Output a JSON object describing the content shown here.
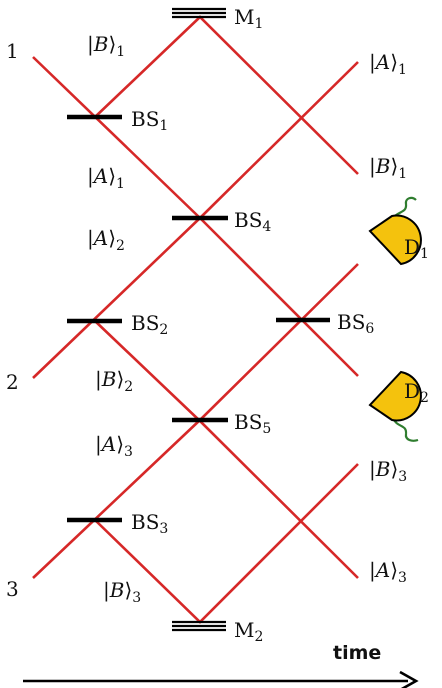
{
  "inputs": [
    "1",
    "2",
    "3"
  ],
  "mirrors": [
    {
      "name": "M",
      "sub": "1"
    },
    {
      "name": "M",
      "sub": "2"
    }
  ],
  "beamsplitters": [
    {
      "name": "BS",
      "sub": "1"
    },
    {
      "name": "BS",
      "sub": "2"
    },
    {
      "name": "BS",
      "sub": "3"
    },
    {
      "name": "BS",
      "sub": "4"
    },
    {
      "name": "BS",
      "sub": "5"
    },
    {
      "name": "BS",
      "sub": "6"
    }
  ],
  "detectors": [
    {
      "name": "D",
      "sub": "1"
    },
    {
      "name": "D",
      "sub": "2"
    }
  ],
  "states": [
    {
      "ket": "B",
      "sub": "1"
    },
    {
      "ket": "A",
      "sub": "1"
    },
    {
      "ket": "A",
      "sub": "2"
    },
    {
      "ket": "B",
      "sub": "2"
    },
    {
      "ket": "A",
      "sub": "3"
    },
    {
      "ket": "B",
      "sub": "3"
    }
  ],
  "outputs": [
    {
      "ket": "A",
      "sub": "1"
    },
    {
      "ket": "B",
      "sub": "1"
    },
    {
      "ket": "B",
      "sub": "3"
    },
    {
      "ket": "A",
      "sub": "3"
    }
  ],
  "time_label": "time",
  "colors": {
    "beam": "#d62828",
    "detector": "#f4c20d",
    "detector_wire": "#2f7d2f"
  }
}
